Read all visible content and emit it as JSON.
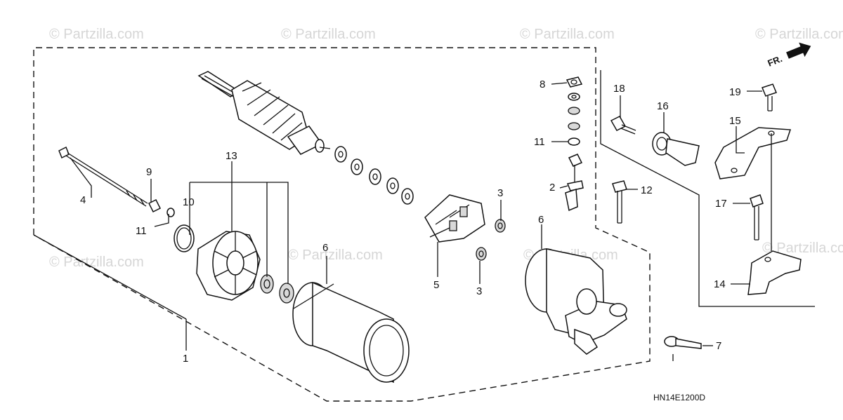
{
  "diagram": {
    "code": "HN14E1200D",
    "direction_label": "FR.",
    "watermark": "© Partzilla.com",
    "callouts": [
      {
        "id": "c1",
        "label": "1"
      },
      {
        "id": "c2",
        "label": "2"
      },
      {
        "id": "c3a",
        "label": "3"
      },
      {
        "id": "c3b",
        "label": "3"
      },
      {
        "id": "c4",
        "label": "4"
      },
      {
        "id": "c5",
        "label": "5"
      },
      {
        "id": "c6a",
        "label": "6"
      },
      {
        "id": "c6b",
        "label": "6"
      },
      {
        "id": "c7",
        "label": "7"
      },
      {
        "id": "c8",
        "label": "8"
      },
      {
        "id": "c9",
        "label": "9"
      },
      {
        "id": "c10",
        "label": "10"
      },
      {
        "id": "c11a",
        "label": "11"
      },
      {
        "id": "c11b",
        "label": "11"
      },
      {
        "id": "c12",
        "label": "12"
      },
      {
        "id": "c13",
        "label": "13"
      },
      {
        "id": "c14",
        "label": "14"
      },
      {
        "id": "c15",
        "label": "15"
      },
      {
        "id": "c16",
        "label": "16"
      },
      {
        "id": "c17",
        "label": "17"
      },
      {
        "id": "c18",
        "label": "18"
      },
      {
        "id": "c19",
        "label": "19"
      }
    ]
  }
}
